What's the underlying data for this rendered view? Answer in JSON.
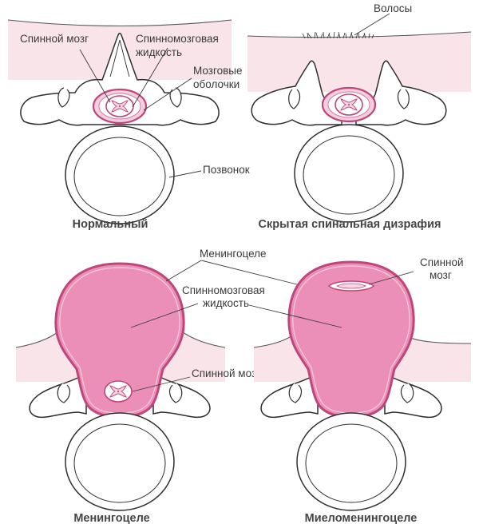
{
  "colors": {
    "skin_tint": "#f9e4ea",
    "sac_fill": "#eb8fb6",
    "membrane": "#c0457a",
    "membrane_light": "#f3cede",
    "bone_stroke": "#2e2e2e",
    "bone_fill": "#ffffff"
  },
  "panels": {
    "normal": {
      "title": "Нормальный",
      "label_spinal_cord": "Спинной мозг",
      "label_csf_line1": "Спинномозговая",
      "label_csf_line2": "жидкость",
      "label_meninges_line1": "Мозговые",
      "label_meninges_line2": "оболочки",
      "label_vertebra": "Позвонок"
    },
    "occulta": {
      "title": "Скрытая спинальная дизрафия",
      "label_hair": "Волосы"
    },
    "meningocele": {
      "title": "Менингоцеле",
      "label_meningocele": "Менингоцеле",
      "label_csf_line1": "Спинномозговая",
      "label_csf_line2": "жидкость",
      "label_spinal_cord": "Спинной мозг"
    },
    "myelomeningocele": {
      "title": "Миеломенингоцеле",
      "label_spinal_cord_line1": "Спинной",
      "label_spinal_cord_line2": "мозг"
    }
  }
}
